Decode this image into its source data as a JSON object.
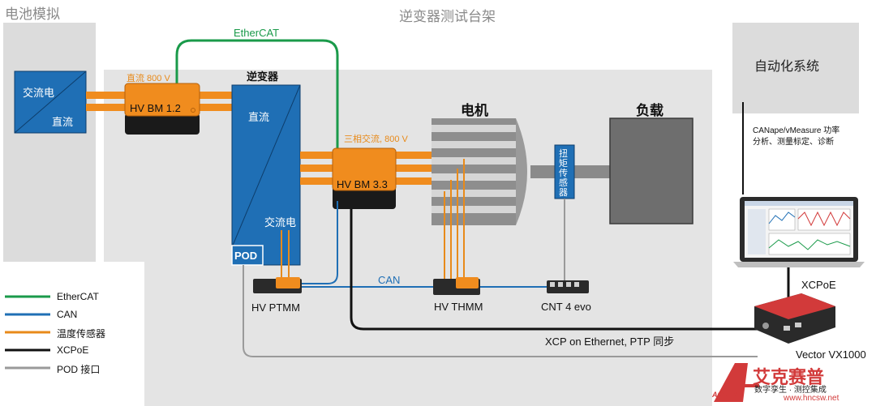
{
  "sections": {
    "battery_sim": "电池模拟",
    "inverter_bench": "逆变器测试台架",
    "automation": "自动化系统"
  },
  "battery": {
    "ac": "交流电",
    "dc": "直流"
  },
  "hvbm12": {
    "label": "HV BM 1.2",
    "voltage": "直流 800 V"
  },
  "ethercat_top": "EtherCAT",
  "inverter": {
    "title": "逆变器",
    "dc": "直流",
    "ac": "交流电",
    "pod": "POD"
  },
  "hvbm33": {
    "label": "HV BM 3.3",
    "voltage": "三相交流, 800 V"
  },
  "motor": "电机",
  "torque_sensor": "扭矩传感器",
  "load": "负载",
  "canape": {
    "line1": "CANape/vMeasure 功率",
    "line2": "分析、测量标定、诊断"
  },
  "xcpoe": "XCPoE",
  "can_label": "CAN",
  "modules": {
    "ptmm": "HV PTMM",
    "thmm": "HV THMM",
    "cnt": "CNT 4 evo"
  },
  "xcp_label": "XCP on Ethernet, PTP 同步",
  "vx1000": "Vector VX1000",
  "legend": [
    {
      "label": "EtherCAT",
      "color": "#1a9a4a"
    },
    {
      "label": "CAN",
      "color": "#1f6fb5"
    },
    {
      "label": "温度传感器",
      "color": "#e88a1a"
    },
    {
      "label": "XCPoE",
      "color": "#111111"
    },
    {
      "label": "POD 接口",
      "color": "#9a9a9a"
    }
  ],
  "watermark": {
    "brand": "艾克赛普",
    "sub": "数字孪生 · 测控集成",
    "url": "www.hncsw.net",
    "logo": "ACCEXP"
  }
}
